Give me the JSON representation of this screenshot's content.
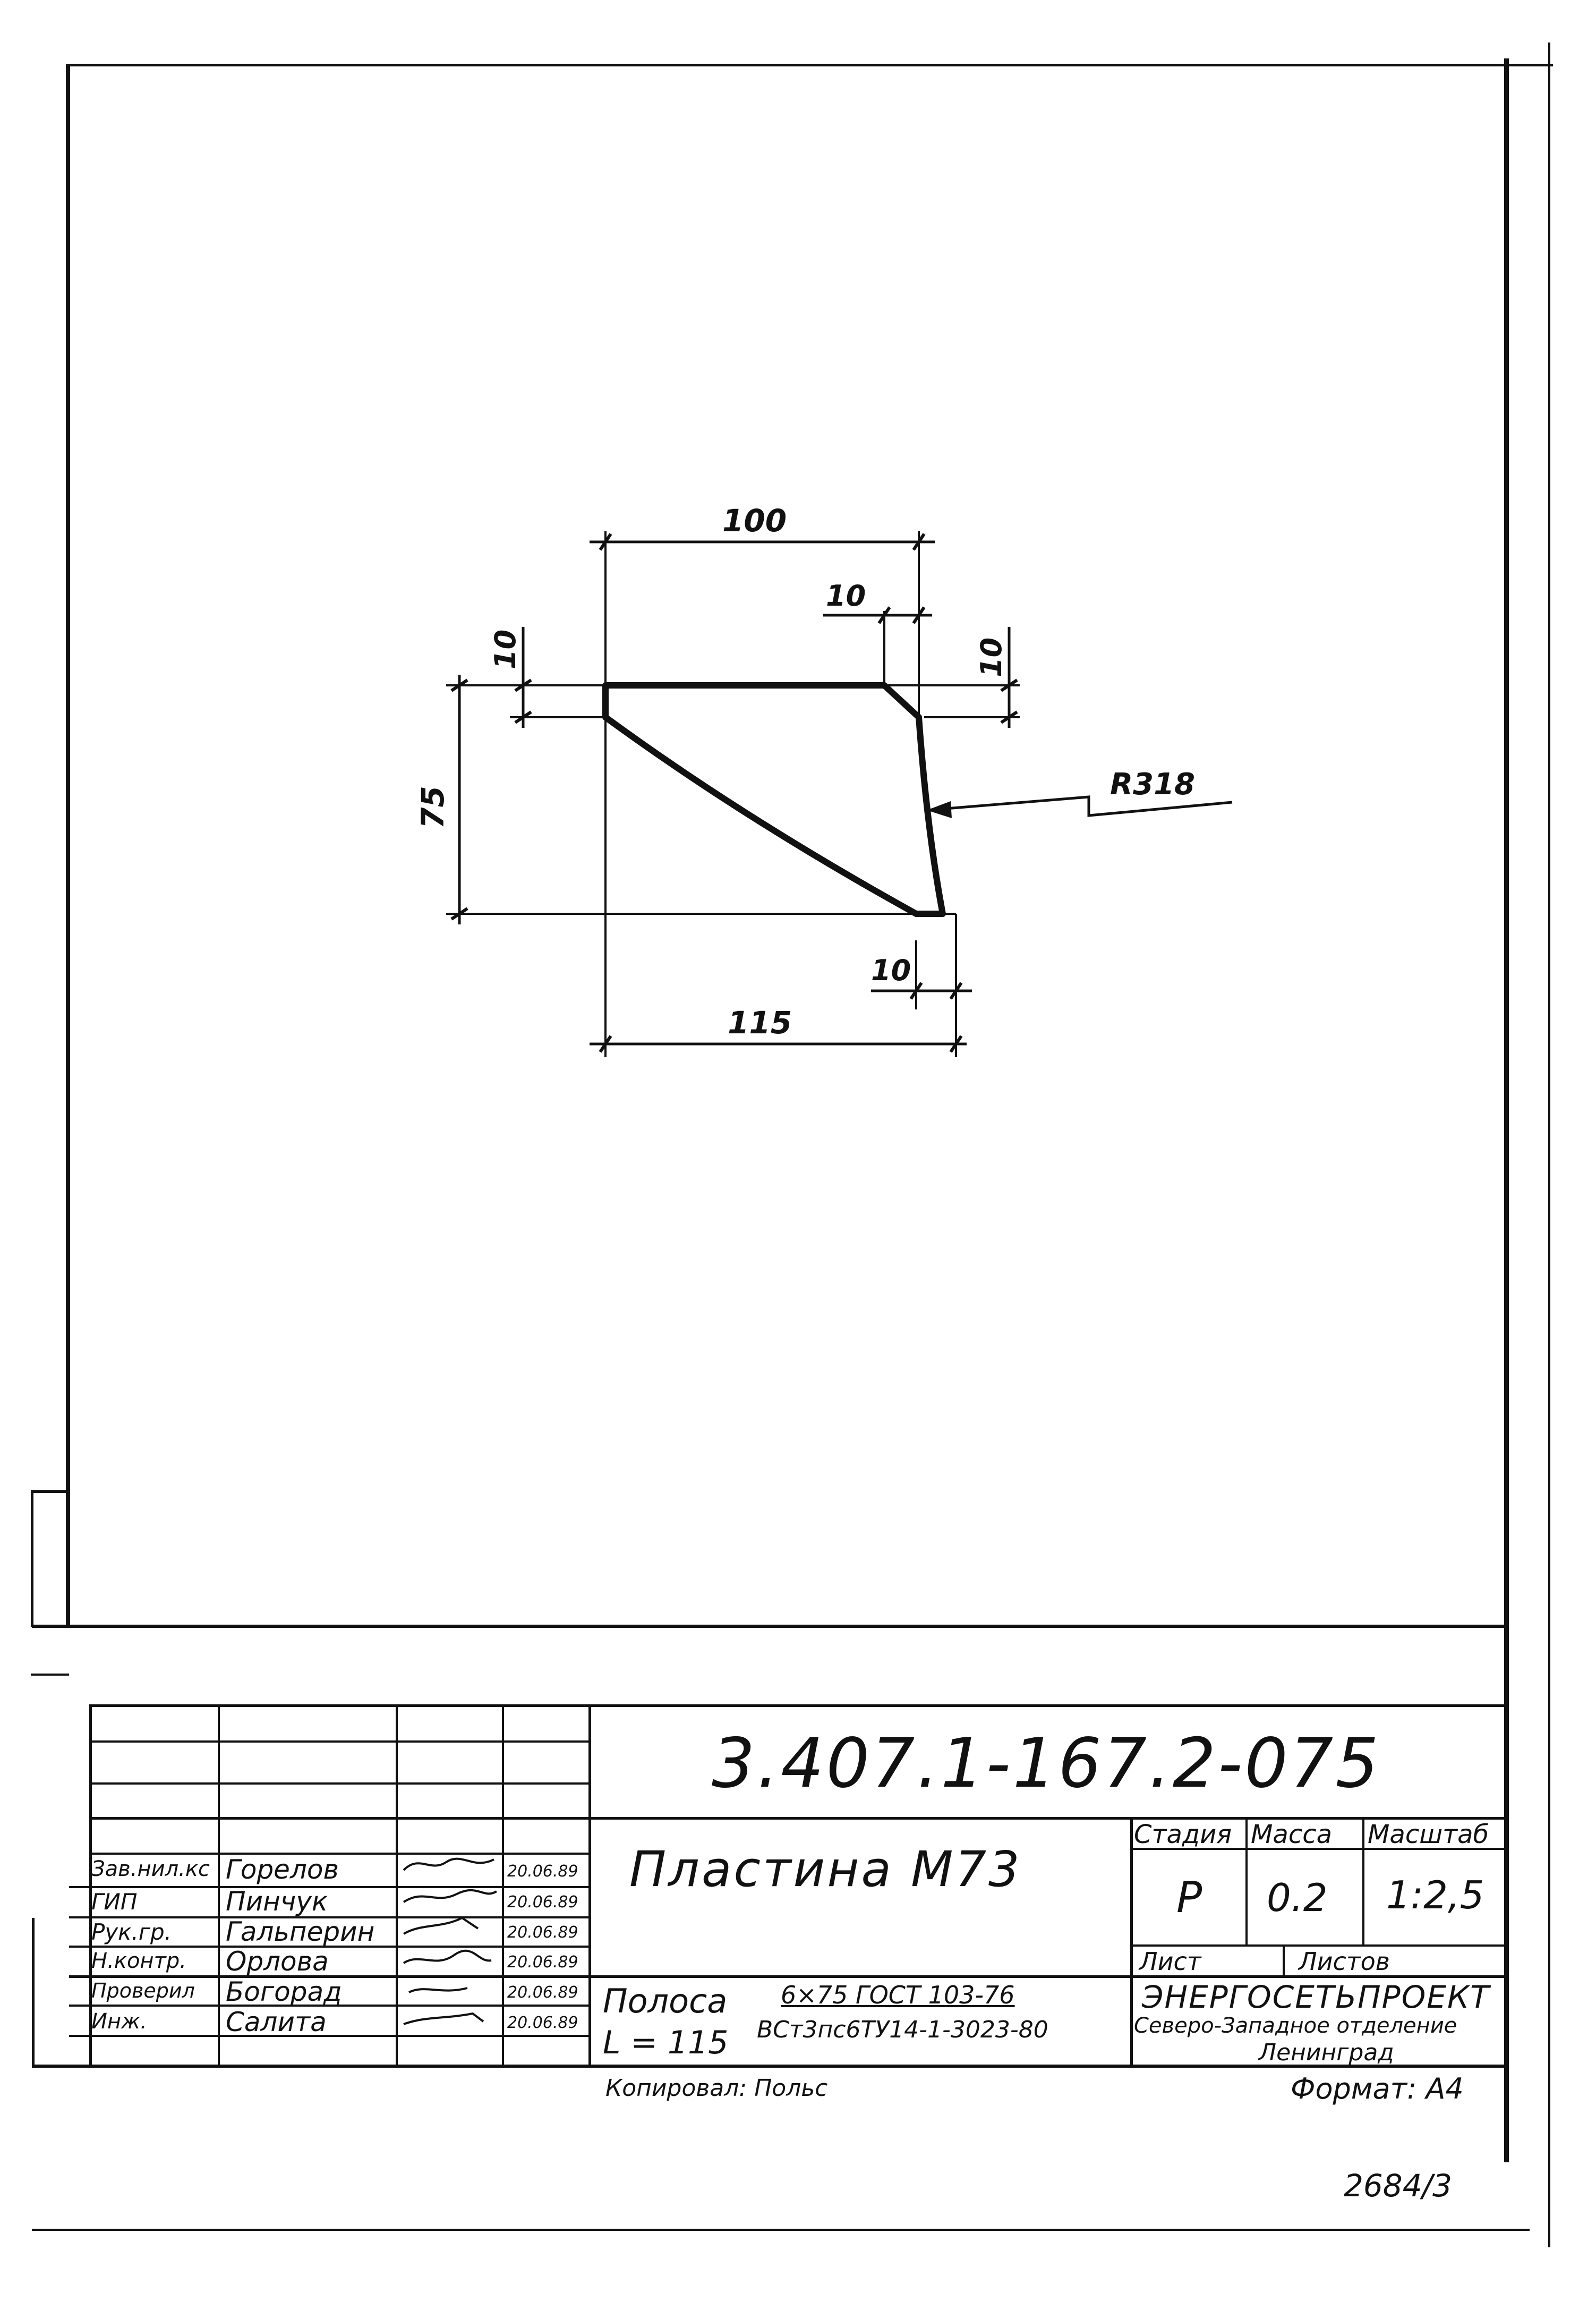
{
  "drawing": {
    "dimensions": {
      "top_width": "100",
      "top_chamfer_width": "10",
      "left_chamfer_height": "10",
      "right_chamfer_height": "10",
      "height": "75",
      "radius": "R318",
      "bottom_chamfer_width": "10",
      "bottom_width": "115"
    }
  },
  "title_block": {
    "document_code": "3.407.1-167.2-075",
    "part_name": "Пластина М73",
    "material_line1": "Полоса",
    "material_line2": "L = 115",
    "material_spec1": "6×75 ГОСТ 103-76",
    "material_spec2": "ВСт3пс6ТУ14-1-3023-80",
    "stage_label": "Стадия",
    "mass_label": "Масса",
    "scale_label": "Масштаб",
    "stage_value": "Р",
    "mass_value": "0.2",
    "scale_value": "1:2,5",
    "sheet_label": "Лист",
    "sheets_label": "Листов",
    "org_name": "ЭНЕРГОСЕТЬПРОЕКТ",
    "org_branch": "Северо-Западное отделение",
    "org_city": "Ленинград",
    "signatures": [
      {
        "role": "Зав.нил.кс",
        "name": "Горелов",
        "date": "20.06.89"
      },
      {
        "role": "ГИП",
        "name": "Пинчук",
        "date": "20.06.89"
      },
      {
        "role": "Рук.гр.",
        "name": "Гальперин",
        "date": "20.06.89"
      },
      {
        "role": "Н.контр.",
        "name": "Орлова",
        "date": "20.06.89"
      },
      {
        "role": "Проверил",
        "name": "Богорад",
        "date": "20.06.89"
      },
      {
        "role": "Инж.",
        "name": "Салита",
        "date": "20.06.89"
      }
    ]
  },
  "footer": {
    "copied_by": "Копировал: Польс",
    "format": "Формат: А4",
    "archive_number": "2684/3"
  }
}
